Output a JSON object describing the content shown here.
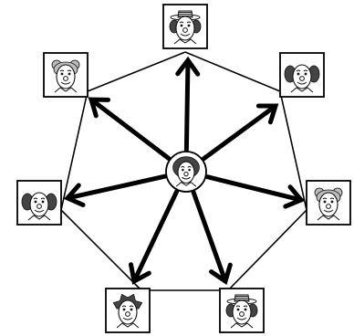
{
  "diagram": {
    "center": {
      "icon": "clown-face-icon"
    },
    "nodes": [
      {
        "id": "top",
        "icon": "clown-face-with-striped-hat-icon"
      },
      {
        "id": "upper-right",
        "icon": "clown-face-bald-tufts-icon"
      },
      {
        "id": "right",
        "icon": "bear-ears-clown-face-icon"
      },
      {
        "id": "lower-right",
        "icon": "clown-face-with-striped-hat-icon"
      },
      {
        "id": "lower-left",
        "icon": "clown-face-spiky-hair-icon"
      },
      {
        "id": "left",
        "icon": "clown-face-bald-tufts-icon"
      },
      {
        "id": "upper-left",
        "icon": "bear-ears-clown-face-icon"
      }
    ],
    "arrows_from_center_to_all_nodes": true,
    "outer_polygon_connects_neighbors": true
  }
}
